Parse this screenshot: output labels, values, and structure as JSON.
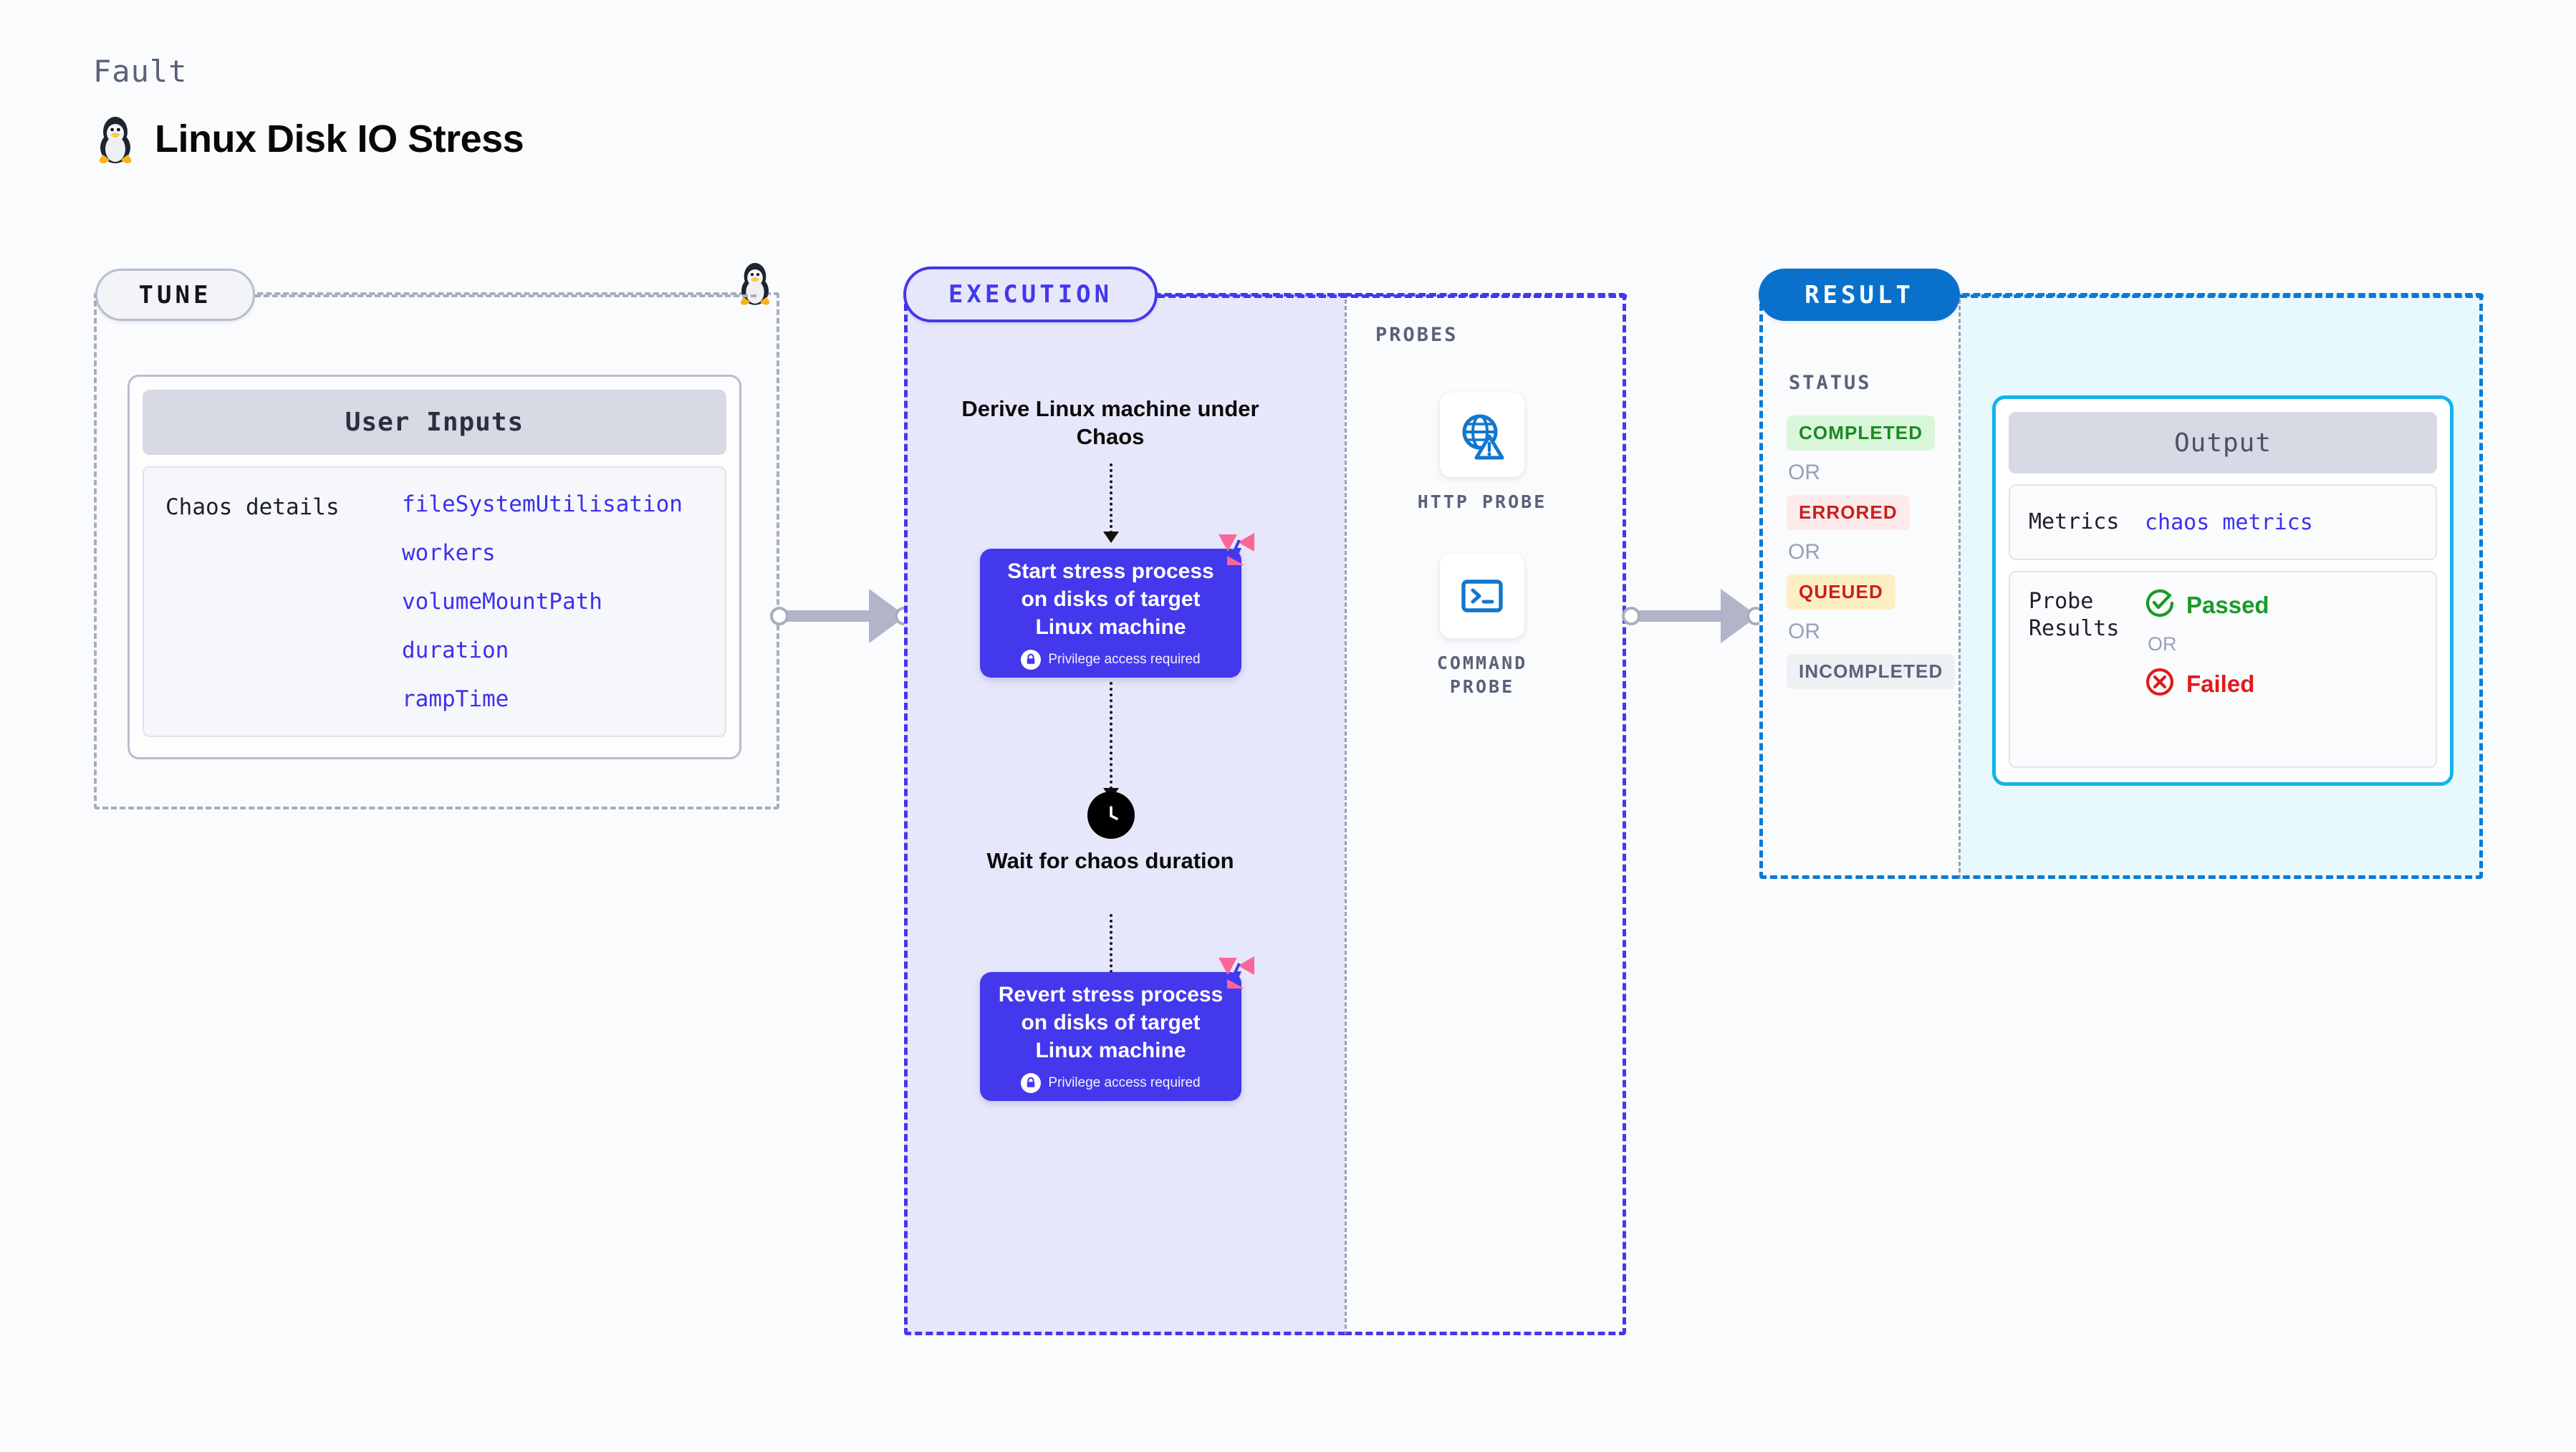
{
  "header": {
    "kicker": "Fault",
    "title": "Linux Disk IO Stress",
    "icon": "linux-penguin-icon"
  },
  "tune": {
    "badge": "TUNE",
    "icon": "linux-penguin-icon",
    "card": {
      "heading": "User Inputs",
      "key": "Chaos details",
      "values": [
        "fileSystemUtilisation",
        "workers",
        "volumeMountPath",
        "duration",
        "rampTime"
      ]
    }
  },
  "execution": {
    "badge": "EXECUTION",
    "steps": [
      {
        "type": "text",
        "label": "Derive Linux machine under Chaos"
      },
      {
        "type": "node",
        "label": "Start stress process on disks of target Linux machine",
        "privilege": "Privilege access required",
        "badge": "chaos-logo-icon"
      },
      {
        "type": "clock",
        "label": "Wait for chaos duration",
        "icon": "clock-icon"
      },
      {
        "type": "node",
        "label": "Revert stress process on disks of target Linux machine",
        "privilege": "Privilege access required",
        "badge": "chaos-logo-icon"
      }
    ]
  },
  "probes": {
    "label": "PROBES",
    "items": [
      {
        "caption": "HTTP PROBE",
        "icon": "globe-warning-icon"
      },
      {
        "caption": "COMMAND PROBE",
        "icon": "terminal-icon"
      }
    ]
  },
  "result": {
    "badge": "RESULT",
    "status_label": "STATUS",
    "or_label": "OR",
    "statuses": [
      {
        "label": "COMPLETED",
        "color": "#1a8a20",
        "bg": "#d9f5da"
      },
      {
        "label": "ERRORED",
        "color": "#c71f1f",
        "bg": "#fdeaea"
      },
      {
        "label": "QUEUED",
        "color": "#c71f1f",
        "bg": "#fdeec4"
      },
      {
        "label": "INCOMPLETED",
        "color": "#5b6178",
        "bg": "#eef0f4"
      }
    ],
    "output": {
      "heading": "Output",
      "metrics_key": "Metrics",
      "metrics_value": "chaos metrics",
      "probe_key": "Probe Results",
      "or_label": "OR",
      "passed": {
        "label": "Passed",
        "color": "#1a9a2a",
        "icon": "check-circle-icon"
      },
      "failed": {
        "label": "Failed",
        "color": "#e01b1b",
        "icon": "x-circle-icon"
      }
    }
  },
  "colors": {
    "accent_purple": "#4338ec",
    "accent_blue": "#0970cb",
    "accent_cyan": "#15b3ea",
    "chaos_pink": "#f9679a",
    "page_bg": "#fafbfd"
  }
}
